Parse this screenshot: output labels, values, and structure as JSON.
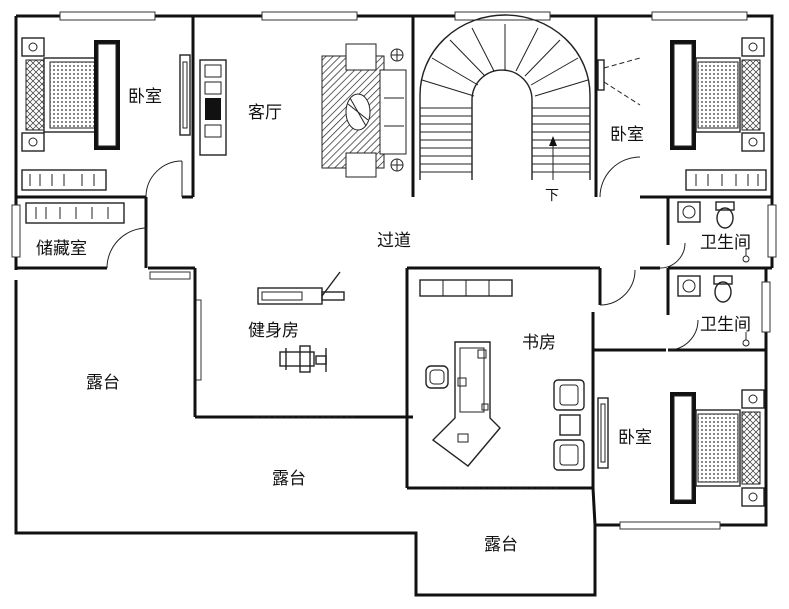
{
  "rooms": {
    "bedroom_nw": "卧室",
    "living_room": "客厅",
    "bedroom_ne": "卧室",
    "storage": "储藏室",
    "corridor": "过道",
    "bathroom_1": "卫生间",
    "bathroom_2": "卫生间",
    "gym": "健身房",
    "study": "书房",
    "bedroom_se": "卧室",
    "terrace_w": "露台",
    "terrace_c": "露台",
    "terrace_s": "露台"
  },
  "stair_direction_label": "下"
}
